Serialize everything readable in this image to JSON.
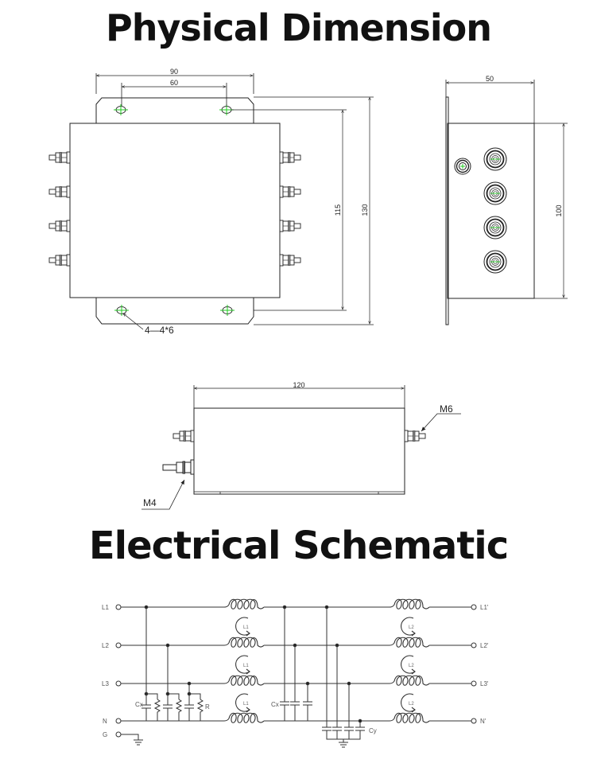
{
  "titles": {
    "physical": "Physical Dimension",
    "electrical": "Electrical Schematic"
  },
  "colors": {
    "line": "#222222",
    "center_mark": "#22cc22",
    "schematic_line": "#333333"
  },
  "physical": {
    "top_view": {
      "width_label": "90",
      "hole_spacing_label": "60",
      "inner_height_label": "115",
      "outer_height_label": "130",
      "hole_callout": "4—4*6",
      "terminals_per_side": 4
    },
    "side_view": {
      "depth_label": "50",
      "height_label": "100",
      "terminal_count": 4,
      "ground_stud_count": 1
    },
    "front_view": {
      "length_label": "120",
      "stud_right_label": "M6",
      "stud_left_label": "M4"
    }
  },
  "schematic": {
    "inputs": [
      "L1",
      "L2",
      "L3",
      "N",
      "G"
    ],
    "outputs": [
      "L1'",
      "L2'",
      "L3'",
      "N'"
    ],
    "choke1_label": "L1",
    "choke2_label": "L2",
    "cx_label": "Cx",
    "r_label": "R",
    "cy_label": "Cy"
  }
}
